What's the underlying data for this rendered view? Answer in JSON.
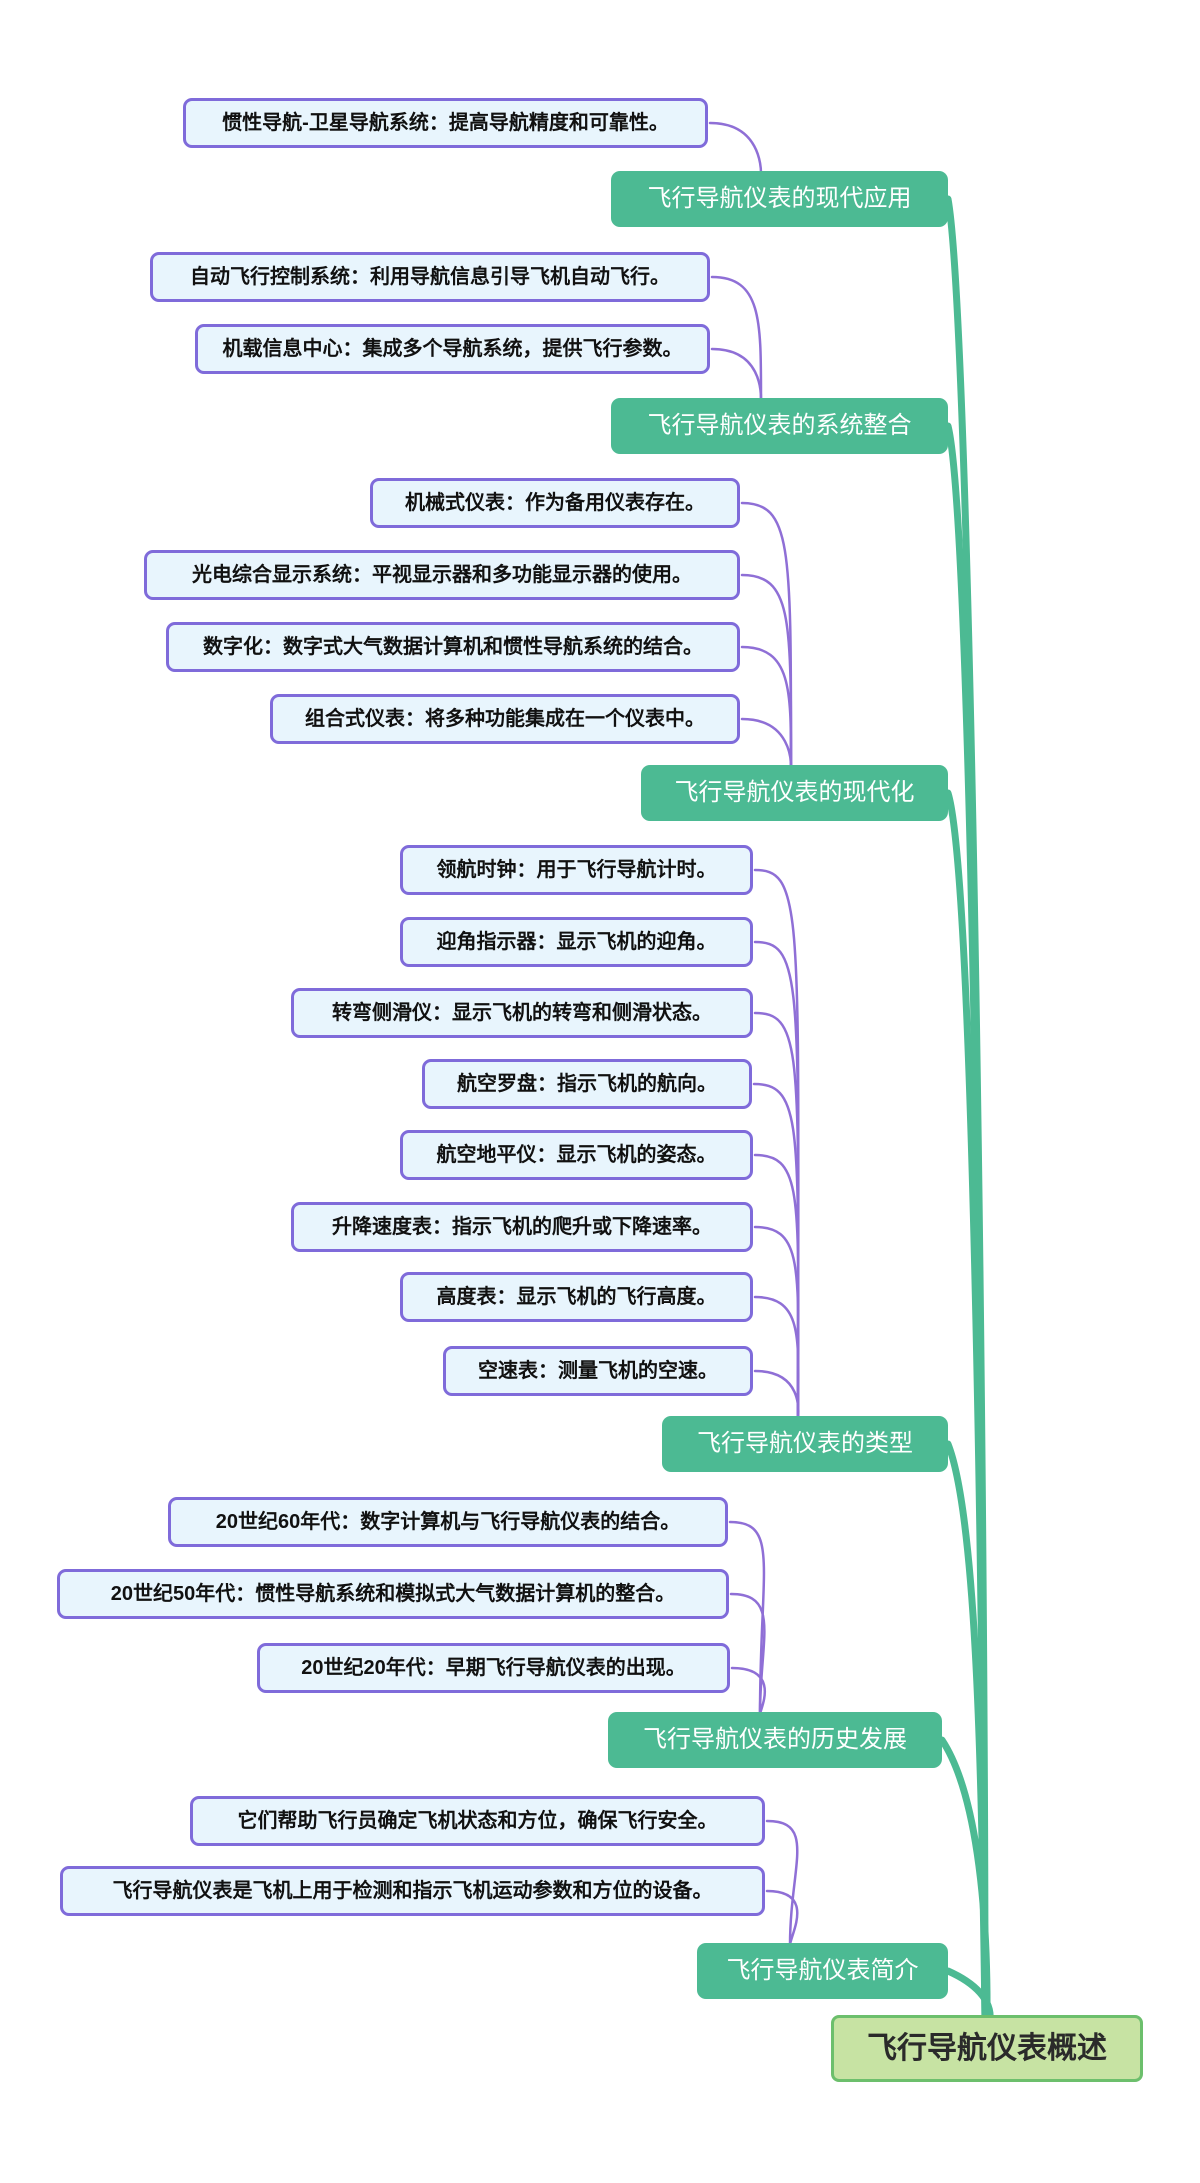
{
  "root": {
    "label": "飞行导航仪表概述"
  },
  "colors": {
    "branch_fill": "#4cba93",
    "branch_text": "#ffffff",
    "leaf_fill": "#e8f5fd",
    "leaf_border": "#7f6bda",
    "leaf_text": "#111111",
    "leaf_link": "#8f6fd6",
    "trunk_link": "#4cba93",
    "root_fill": "#c7e3a3",
    "root_border": "#6cbf6c",
    "root_text": "#2a2a2a",
    "background": "#ffffff"
  },
  "branches": [
    {
      "label": "飞行导航仪表的现代应用",
      "leaves": [
        "惯性导航-卫星导航系统：提高导航精度和可靠性。"
      ]
    },
    {
      "label": "飞行导航仪表的系统整合",
      "leaves": [
        "自动飞行控制系统：利用导航信息引导飞机自动飞行。",
        "机载信息中心：集成多个导航系统，提供飞行参数。"
      ]
    },
    {
      "label": "飞行导航仪表的现代化",
      "leaves": [
        "机械式仪表：作为备用仪表存在。",
        "光电综合显示系统：平视显示器和多功能显示器的使用。",
        "数字化：数字式大气数据计算机和惯性导航系统的结合。",
        "组合式仪表：将多种功能集成在一个仪表中。"
      ]
    },
    {
      "label": "飞行导航仪表的类型",
      "leaves": [
        "领航时钟：用于飞行导航计时。",
        "迎角指示器：显示飞机的迎角。",
        "转弯侧滑仪：显示飞机的转弯和侧滑状态。",
        "航空罗盘：指示飞机的航向。",
        "航空地平仪：显示飞机的姿态。",
        "升降速度表：指示飞机的爬升或下降速率。",
        "高度表：显示飞机的飞行高度。",
        "空速表：测量飞机的空速。"
      ]
    },
    {
      "label": "飞行导航仪表的历史发展",
      "leaves": [
        "20世纪60年代：数字计算机与飞行导航仪表的结合。",
        "20世纪50年代：惯性导航系统和模拟式大气数据计算机的整合。",
        "20世纪20年代：早期飞行导航仪表的出现。"
      ]
    },
    {
      "label": "飞行导航仪表简介",
      "leaves": [
        "它们帮助飞行员确定飞机状态和方位，确保飞行安全。",
        "飞行导航仪表是飞机上用于检测和指示飞机运动参数和方位的设备。"
      ]
    }
  ]
}
